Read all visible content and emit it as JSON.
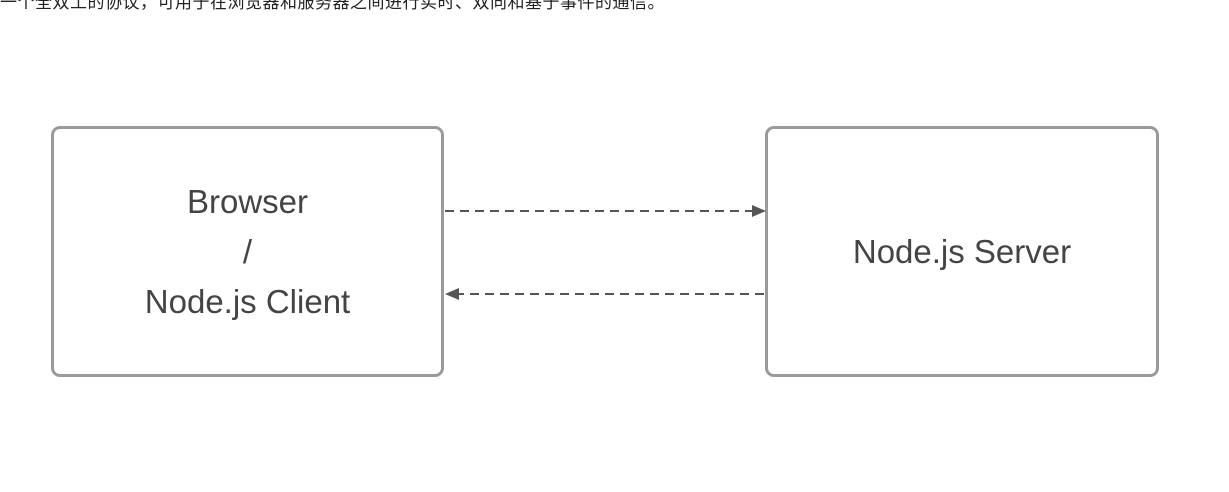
{
  "header_text": "一个全双工的协议，可用于在浏览器和服务器之间进行实时、双向和基于事件的通信。",
  "client_box": {
    "lines": [
      "Browser",
      "/",
      "Node.js Client"
    ]
  },
  "server_box": {
    "label": "Node.js Server"
  },
  "colors": {
    "border": "#9a9a9a",
    "arrow": "#555555",
    "text": "#444444"
  }
}
